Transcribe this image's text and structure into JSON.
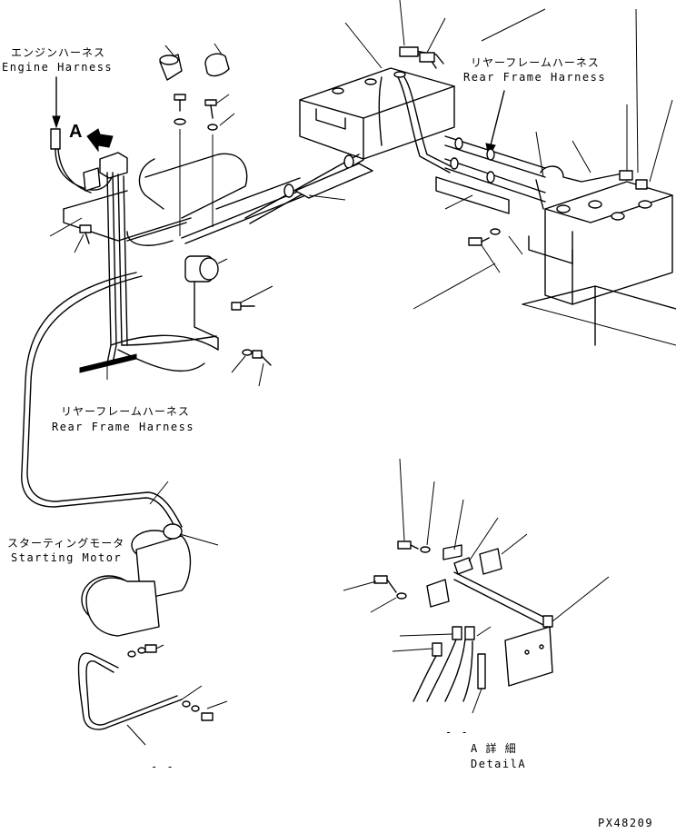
{
  "labels": {
    "engine_harness_jp": "エンジンハーネス",
    "engine_harness_en": "Engine Harness",
    "rear_frame_harness_top_jp": "リヤーフレームハーネス",
    "rear_frame_harness_top_en": "Rear Frame Harness",
    "rear_frame_harness_left_jp": "リヤーフレームハーネス",
    "rear_frame_harness_left_en": "Rear Frame Harness",
    "starting_motor_jp": "スターティングモータ",
    "starting_motor_en": "Starting Motor",
    "detail_jp": "A 詳 細",
    "detail_en": "DetailA",
    "view_arrow": "A",
    "drawing_number": "PX48209",
    "dash_mark_1": "- -",
    "dash_mark_2": "- -"
  },
  "icons": {
    "view_arrow": "filled-arrow-icon",
    "battery": "battery-icon",
    "starter": "starting-motor-icon"
  },
  "colors": {
    "ink": "#000000",
    "paper": "#ffffff"
  }
}
